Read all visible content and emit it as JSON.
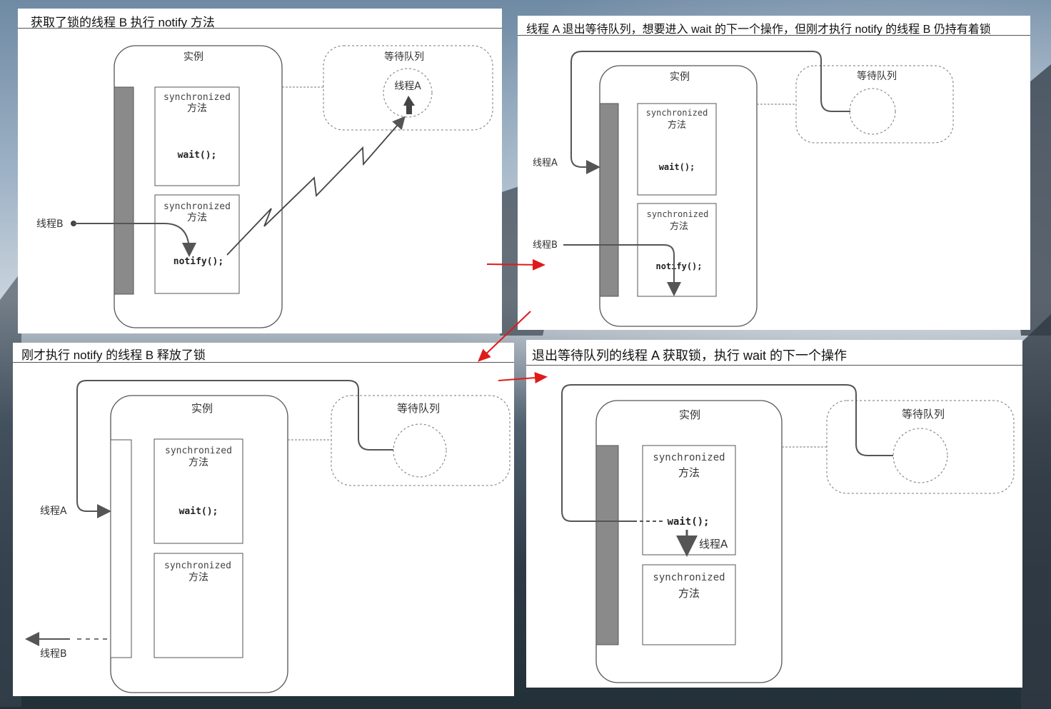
{
  "panels": [
    {
      "title": "获取了锁的线程 B 执行 notify 方法",
      "instance": "实例",
      "queue": "等待队列",
      "queue_thread": "线程A",
      "sync_label": "synchronized",
      "method_label": "方法",
      "wait_call": "wait();",
      "notify_call": "notify();",
      "thread_b": "线程B"
    },
    {
      "title": "线程 A 退出等待队列，想要进入 wait 的下一个操作，但刚才执行 notify 的线程 B 仍持有着锁",
      "instance": "实例",
      "queue": "等待队列",
      "sync_label": "synchronized",
      "method_label": "方法",
      "wait_call": "wait();",
      "notify_call": "notify();",
      "thread_a": "线程A",
      "thread_b": "线程B"
    },
    {
      "title": "刚才执行 notify 的线程 B 释放了锁",
      "instance": "实例",
      "queue": "等待队列",
      "sync_label": "synchronized",
      "method_label": "方法",
      "wait_call": "wait();",
      "thread_a": "线程A",
      "thread_b": "线程B"
    },
    {
      "title": "退出等待队列的线程 A 获取锁，执行 wait 的下一个操作",
      "instance": "实例",
      "queue": "等待队列",
      "sync_label": "synchronized",
      "method_label": "方法",
      "wait_call": "wait();",
      "thread_a": "线程A"
    }
  ],
  "colors": {
    "flow_arrow": "#e01a1a",
    "lock_bar": "#8a8a8a",
    "line": "#555555"
  }
}
